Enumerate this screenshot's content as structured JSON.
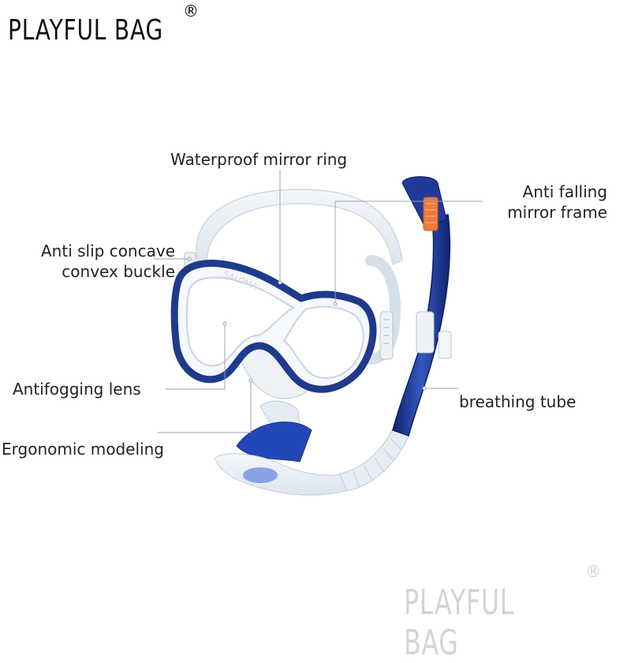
{
  "brand": {
    "top_text": "PLAYFUL BAG",
    "top_mark": "®",
    "watermark_text": "PLAYFUL BAG",
    "watermark_mark": "®"
  },
  "product": {
    "mask_lettering": "SALOMA"
  },
  "labels": {
    "waterproof_ring": "Waterproof mirror ring",
    "anti_falling_line1": "Anti falling",
    "anti_falling_line2": "mirror frame",
    "anti_slip_line1": "Anti slip concave",
    "anti_slip_line2": "convex buckle",
    "antifogging": "Antifogging lens",
    "breathing_tube": "breathing tube",
    "ergonomic": "Ergonomic modeling"
  },
  "colors": {
    "frame_blue": "#1e3a8a",
    "tube_blue": "#1f3b9a",
    "orange_valve": "#f07a3a",
    "clear_silicone": "#e9eef5"
  }
}
